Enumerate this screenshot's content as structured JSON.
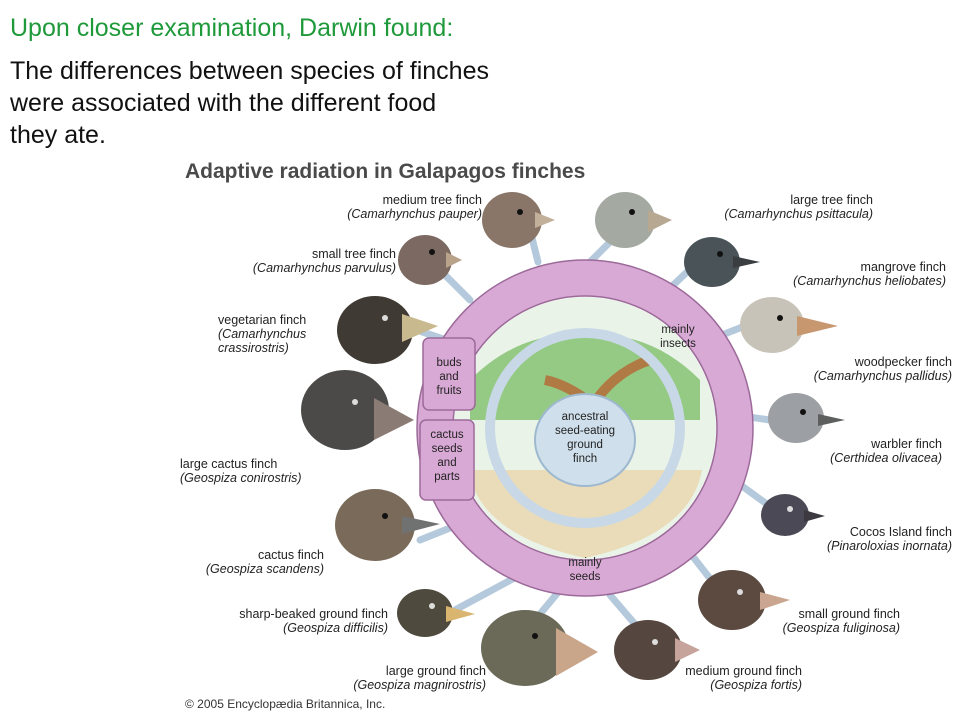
{
  "slide": {
    "heading": "Upon closer examination, Darwin found:",
    "body_lines": [
      "The differences between species of finches",
      "were associated with the different food",
      "they ate."
    ]
  },
  "diagram": {
    "title": "Adaptive radiation in Galapagos finches",
    "center_lines": [
      "ancestral",
      "seed-eating",
      "ground",
      "finch"
    ],
    "food_groups": {
      "insects": [
        "mainly",
        "insects"
      ],
      "buds": [
        "buds",
        "and",
        "fruits"
      ],
      "cactus": [
        "cactus",
        "seeds",
        "and",
        "parts"
      ],
      "seeds": [
        "mainly",
        "seeds"
      ]
    },
    "finches": [
      {
        "id": "medium-tree",
        "common": "medium tree finch",
        "scientific": "(Camarhynchus pauper)"
      },
      {
        "id": "large-tree",
        "common": "large tree finch",
        "scientific": "(Camarhynchus psittacula)"
      },
      {
        "id": "small-tree",
        "common": "small tree finch",
        "scientific": "(Camarhynchus parvulus)"
      },
      {
        "id": "mangrove",
        "common": "mangrove finch",
        "scientific": "(Camarhynchus heliobates)"
      },
      {
        "id": "vegetarian",
        "common": "vegetarian finch",
        "scientific": "(Camarhynchus",
        "scientific2": "crassirostris)"
      },
      {
        "id": "woodpecker",
        "common": "woodpecker finch",
        "scientific": "(Camarhynchus pallidus)"
      },
      {
        "id": "large-cactus",
        "common": "large cactus finch",
        "scientific": "(Geospiza conirostris)"
      },
      {
        "id": "warbler",
        "common": "warbler finch",
        "scientific": "(Certhidea olivacea)"
      },
      {
        "id": "cactus",
        "common": "cactus finch",
        "scientific": "(Geospiza scandens)"
      },
      {
        "id": "cocos",
        "common": "Cocos Island finch",
        "scientific": "(Pinaroloxias inornata)"
      },
      {
        "id": "sharp-beaked",
        "common": "sharp-beaked ground finch",
        "scientific": "(Geospiza difficilis)"
      },
      {
        "id": "small-ground",
        "common": "small ground finch",
        "scientific": "(Geospiza fuliginosa)"
      },
      {
        "id": "large-ground",
        "common": "large ground finch",
        "scientific": "(Geospiza magnirostris)"
      },
      {
        "id": "medium-ground",
        "common": "medium ground finch",
        "scientific": "(Geospiza fortis)"
      }
    ],
    "copyright": "© 2005 Encyclopædia Britannica, Inc.",
    "colors": {
      "ring": "#d9a9d6",
      "ring_stroke": "#9c6a99",
      "spokes": "#b4c9dc",
      "heading_green": "#1f9a3b"
    }
  }
}
